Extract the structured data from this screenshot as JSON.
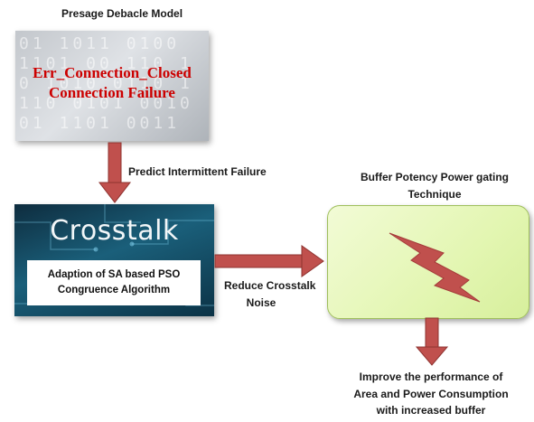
{
  "title": "Presage Debacle Model",
  "error_box": {
    "line1": "Err_Connection_Closed",
    "line2": "Connection Failure"
  },
  "predict_label": "Predict Intermittent Failure",
  "crosstalk_box": {
    "heading": "Crosstalk",
    "line1": "Adaption of SA based PSO",
    "line2": "Congruence Algorithm"
  },
  "reduce_label": {
    "line1": "Reduce Crosstalk",
    "line2": "Noise"
  },
  "buffer_label": {
    "line1": "Buffer Potency Power gating",
    "line2": "Technique"
  },
  "improve_label": {
    "line1": "Improve the performance of",
    "line2": "Area and Power Consumption",
    "line3": "with increased buffer"
  },
  "colors": {
    "arrow": "#c0504d",
    "error_text": "#cc0000",
    "bolt": "#c0504d",
    "buffer_fill": "#e3f6b2"
  }
}
